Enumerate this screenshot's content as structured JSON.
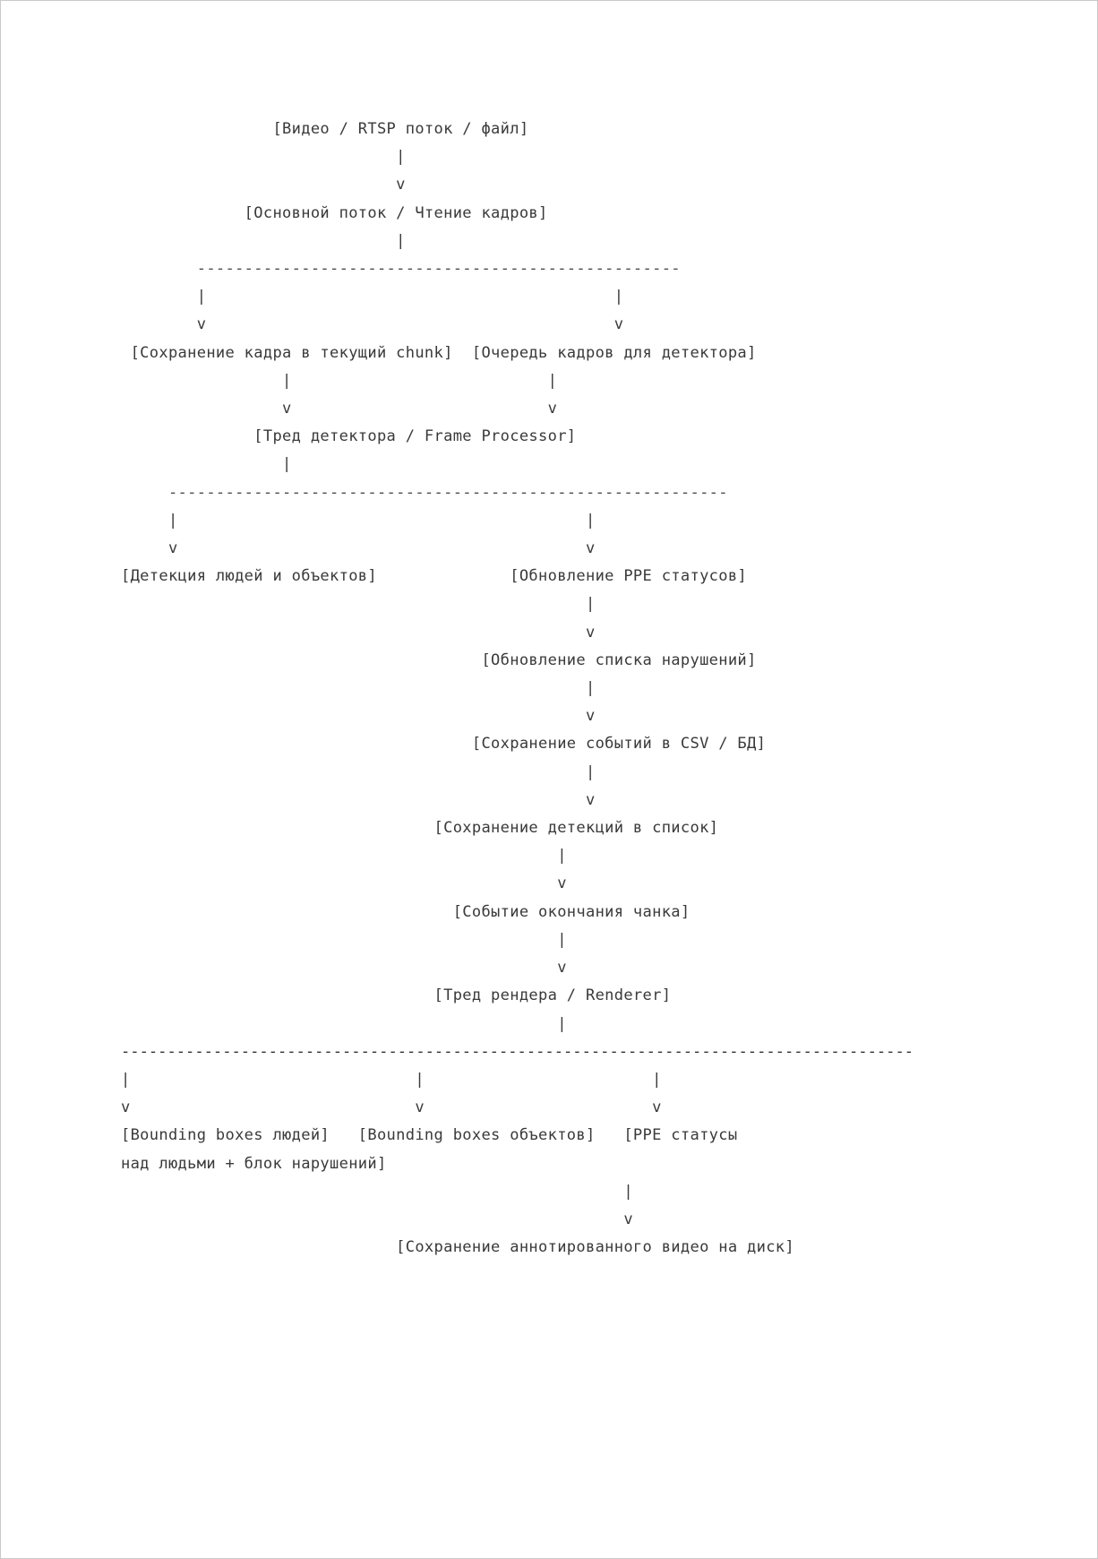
{
  "document": {
    "kind": "ascii-flow-diagram",
    "title": "Video processing pipeline (ASCII art)",
    "background_color": "#ffffff",
    "text_color": "#3a3a3a",
    "page_border_color": "#c9c9c9"
  },
  "glyphs": {
    "connector_vertical": "|",
    "arrow_down": "v",
    "dash": "-",
    "bracket_open": "[",
    "bracket_close": "]"
  },
  "nodes": {
    "source": "[Видео / RTSP поток / файл]",
    "main_thread": "[Основной поток / Чтение кадров]",
    "save_chunk": "[Сохранение кадра в текущий chunk]",
    "detector_queue": "[Очередь кадров для детектора]",
    "frame_processor": "[Тред детектора / Frame Processor]",
    "detection": "[Детекция людей и объектов]",
    "ppe_update": "[Обновление PPE статусов]",
    "violations_update": "[Обновление списка нарушений]",
    "save_events": "[Сохранение событий в CSV / БД]",
    "save_detections": "[Сохранение детекций в список]",
    "chunk_end_event": "[Событие окончания чанка]",
    "renderer": "[Тред рендера / Renderer]",
    "bbox_people": "[Bounding boxes людей]",
    "bbox_objects": "[Bounding boxes объектов]",
    "ppe_overlay_line1": "[PPE статусы",
    "ppe_overlay_line2": "над людьми + блок нарушений]",
    "save_annotated_video": "[Сохранение аннотированного видео на диск]"
  },
  "lines": [
    {
      "id": "line-01",
      "kind": "node",
      "text": "                [Видео / RTSP поток / файл]"
    },
    {
      "id": "line-02",
      "kind": "pipe",
      "text": "                             |"
    },
    {
      "id": "line-03",
      "kind": "arrow",
      "text": "                             v"
    },
    {
      "id": "line-04",
      "kind": "node",
      "text": "             [Основной поток / Чтение кадров]"
    },
    {
      "id": "line-05",
      "kind": "pipe",
      "text": "                             |"
    },
    {
      "id": "line-06",
      "kind": "rule",
      "text": "        ---------------------------------------------------"
    },
    {
      "id": "line-07",
      "kind": "pipe",
      "text": "        |                                           |"
    },
    {
      "id": "line-08",
      "kind": "arrow",
      "text": "        v                                           v"
    },
    {
      "id": "line-09",
      "kind": "node",
      "text": " [Сохранение кадра в текущий chunk]  [Очередь кадров для детектора]"
    },
    {
      "id": "line-10",
      "kind": "pipe",
      "text": "                 |                           |"
    },
    {
      "id": "line-11",
      "kind": "arrow",
      "text": "                 v                           v"
    },
    {
      "id": "line-12",
      "kind": "node",
      "text": "              [Тред детектора / Frame Processor]"
    },
    {
      "id": "line-13",
      "kind": "pipe",
      "text": "                 |"
    },
    {
      "id": "line-14",
      "kind": "rule",
      "text": "     -----------------------------------------------------------"
    },
    {
      "id": "line-15",
      "kind": "pipe",
      "text": "     |                                           |"
    },
    {
      "id": "line-16",
      "kind": "arrow",
      "text": "     v                                           v"
    },
    {
      "id": "line-17",
      "kind": "node",
      "text": "[Детекция людей и объектов]              [Обновление PPE статусов]"
    },
    {
      "id": "line-18",
      "kind": "pipe",
      "text": "                                                 |"
    },
    {
      "id": "line-19",
      "kind": "arrow",
      "text": "                                                 v"
    },
    {
      "id": "line-20",
      "kind": "node",
      "text": "                                      [Обновление списка нарушений]"
    },
    {
      "id": "line-21",
      "kind": "pipe",
      "text": "                                                 |"
    },
    {
      "id": "line-22",
      "kind": "arrow",
      "text": "                                                 v"
    },
    {
      "id": "line-23",
      "kind": "node",
      "text": "                                     [Сохранение событий в CSV / БД]"
    },
    {
      "id": "line-24",
      "kind": "pipe",
      "text": "                                                 |"
    },
    {
      "id": "line-25",
      "kind": "arrow",
      "text": "                                                 v"
    },
    {
      "id": "line-26",
      "kind": "node",
      "text": "                                 [Сохранение детекций в список]"
    },
    {
      "id": "line-27",
      "kind": "pipe",
      "text": "                                              |"
    },
    {
      "id": "line-28",
      "kind": "arrow",
      "text": "                                              v"
    },
    {
      "id": "line-29",
      "kind": "node",
      "text": "                                   [Событие окончания чанка]"
    },
    {
      "id": "line-30",
      "kind": "pipe",
      "text": "                                              |"
    },
    {
      "id": "line-31",
      "kind": "arrow",
      "text": "                                              v"
    },
    {
      "id": "line-32",
      "kind": "node",
      "text": "                                 [Тред рендера / Renderer]"
    },
    {
      "id": "line-33",
      "kind": "pipe",
      "text": "                                              |"
    },
    {
      "id": "line-34",
      "kind": "rule-heavy",
      "text": "--------------------------------------------------------------------------------------"
    },
    {
      "id": "line-35",
      "kind": "pipe",
      "text": "|                              |                        |"
    },
    {
      "id": "line-36",
      "kind": "arrow",
      "text": "v                              v                        v"
    },
    {
      "id": "line-37",
      "kind": "node",
      "text": "[Bounding boxes людей]   [Bounding boxes объектов]   [PPE статусы"
    },
    {
      "id": "line-38",
      "kind": "node",
      "text": "над людьми + блок нарушений]"
    },
    {
      "id": "line-39",
      "kind": "pipe",
      "text": "                                                     |"
    },
    {
      "id": "line-40",
      "kind": "arrow",
      "text": "                                                     v"
    },
    {
      "id": "line-41",
      "kind": "node",
      "text": "                             [Сохранение аннотированного видео на диск]"
    }
  ]
}
